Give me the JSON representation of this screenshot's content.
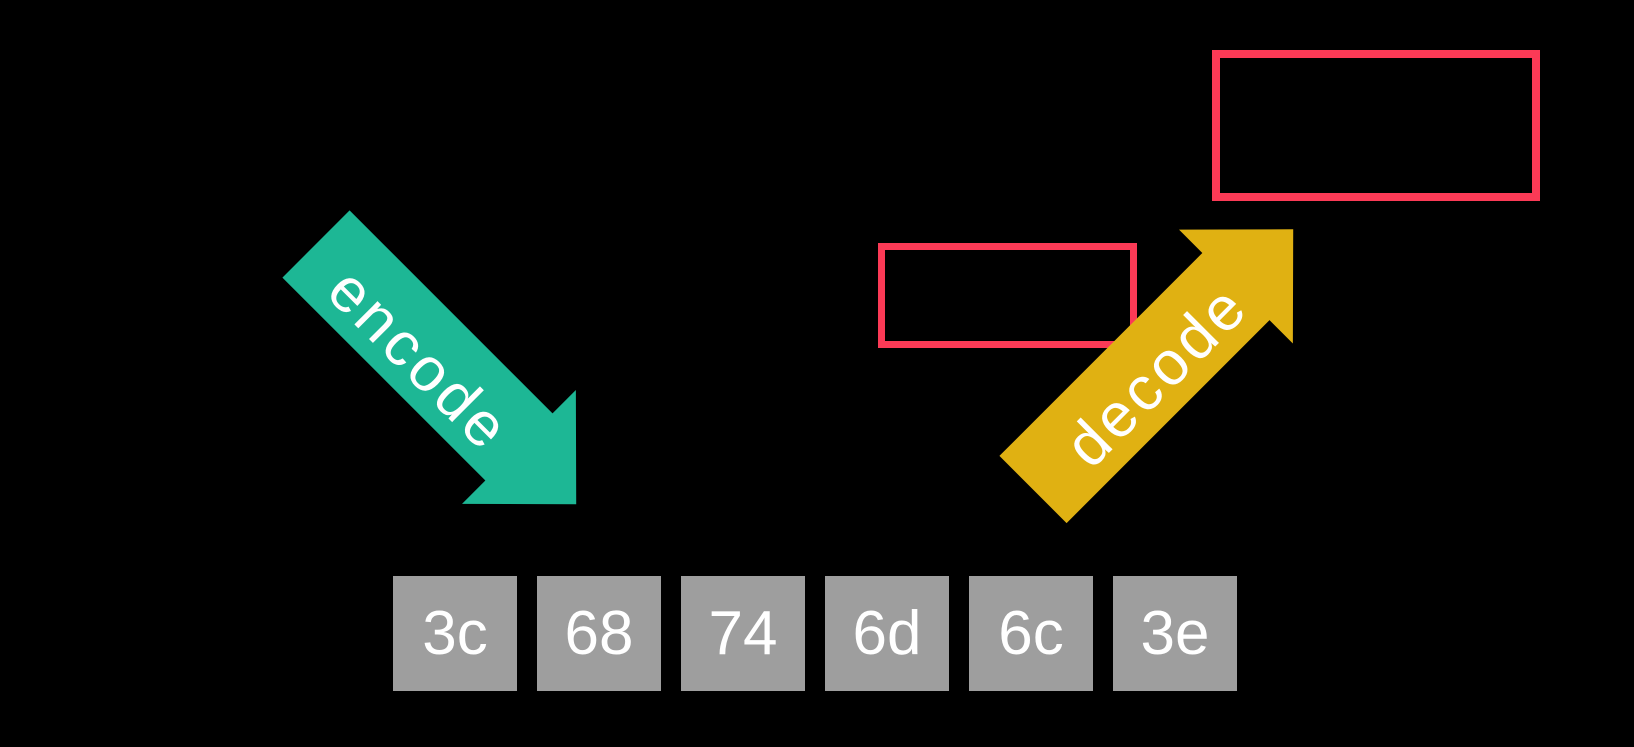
{
  "canvas": {
    "background_color": "#000000"
  },
  "arrows": {
    "encode": {
      "label": "encode",
      "color": "#1db795",
      "text_color": "#ffffff",
      "direction": "down-right"
    },
    "decode": {
      "label": "decode",
      "color": "#e0b112",
      "text_color": "#ffffff",
      "direction": "up-right"
    }
  },
  "placeholders": {
    "border_color": "#fb3a56",
    "count": 2
  },
  "bytes": {
    "box_color": "#9e9e9e",
    "text_color": "#ffffff",
    "values": [
      "3c",
      "68",
      "74",
      "6d",
      "6c",
      "3e"
    ]
  }
}
